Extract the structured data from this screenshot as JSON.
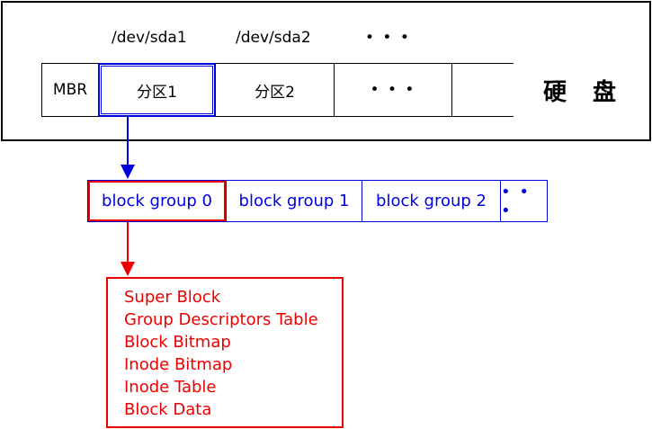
{
  "disk": {
    "label": "硬 盘",
    "devices": [
      "/dev/sda1",
      "/dev/sda2",
      "• • •"
    ],
    "cells": [
      "MBR",
      "分区1",
      "分区2",
      "• • •",
      ""
    ]
  },
  "block_groups": [
    "block group 0",
    "block group 1",
    "block group 2",
    "• • •"
  ],
  "group_details": [
    "Super Block",
    "Group Descriptors Table",
    "Block Bitmap",
    "Inode Bitmap",
    "Inode Table",
    "Block Data"
  ],
  "colors": {
    "disk": "#000000",
    "block_group": "#0000dd",
    "detail": "#ee0000",
    "highlight_partition": "#0000dd",
    "highlight_group": "#ee0000"
  }
}
